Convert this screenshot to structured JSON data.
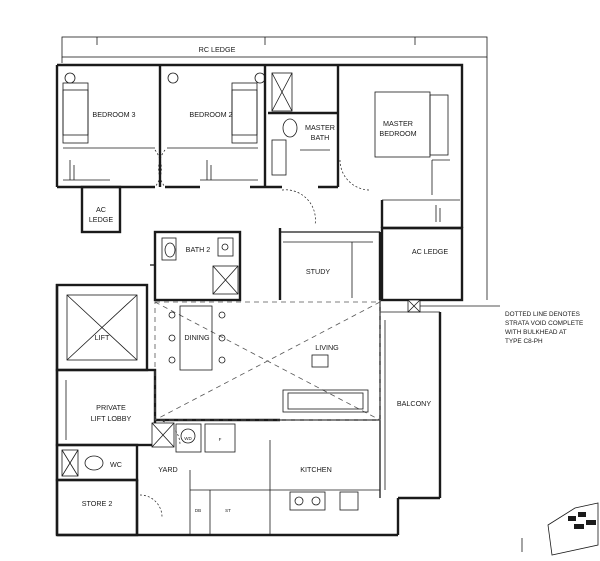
{
  "rooms": {
    "rc_ledge": "RC LEDGE",
    "bedroom3": "BEDROOM 3",
    "bedroom2": "BEDROOM 2",
    "master_bath": [
      "MASTER",
      "BATH"
    ],
    "master_bedroom": [
      "MASTER",
      "BEDROOM"
    ],
    "ac_ledge_left": [
      "AC",
      "LEDGE"
    ],
    "bath2": "BATH 2",
    "study": "STUDY",
    "ac_ledge_right": "AC LEDGE",
    "lift": "LIFT",
    "dining": "DINING",
    "living": "LIVING",
    "private_lift_lobby": [
      "PRIVATE",
      "LIFT LOBBY"
    ],
    "balcony": "BALCONY",
    "wc": "WC",
    "yard": "YARD",
    "kitchen": "KITCHEN",
    "store2": "STORE 2"
  },
  "fixtures": {
    "wd": "WD",
    "fridge": "F",
    "db": "DB",
    "st": "ST"
  },
  "annotation": [
    "DOTTED LINE DENOTES",
    "STRATA VOID COMPLETE",
    "WITH BULKHEAD AT",
    "TYPE C8-PH"
  ]
}
